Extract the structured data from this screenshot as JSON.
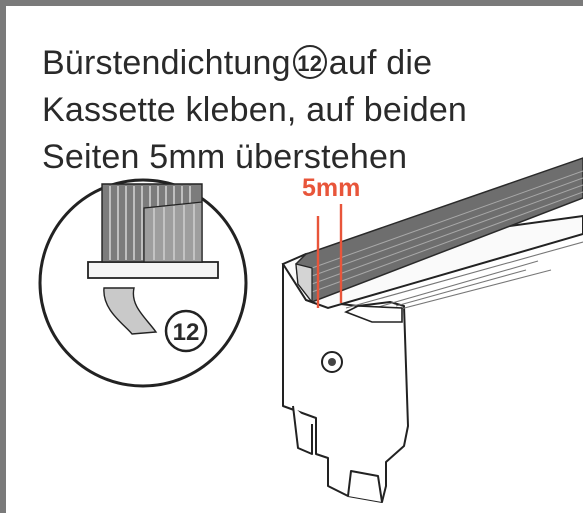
{
  "instruction": {
    "line1_before": "Bürstendichtung",
    "part_number": "12",
    "line1_after": "auf die",
    "line2": "Kassette kleben, auf beiden",
    "line3": "Seiten 5mm überstehen"
  },
  "measurement_label": "5mm",
  "detail_callout_number": "12",
  "colors": {
    "text": "#2a2a2a",
    "accent": "#e8553a",
    "frame": "#7a7a7a"
  }
}
